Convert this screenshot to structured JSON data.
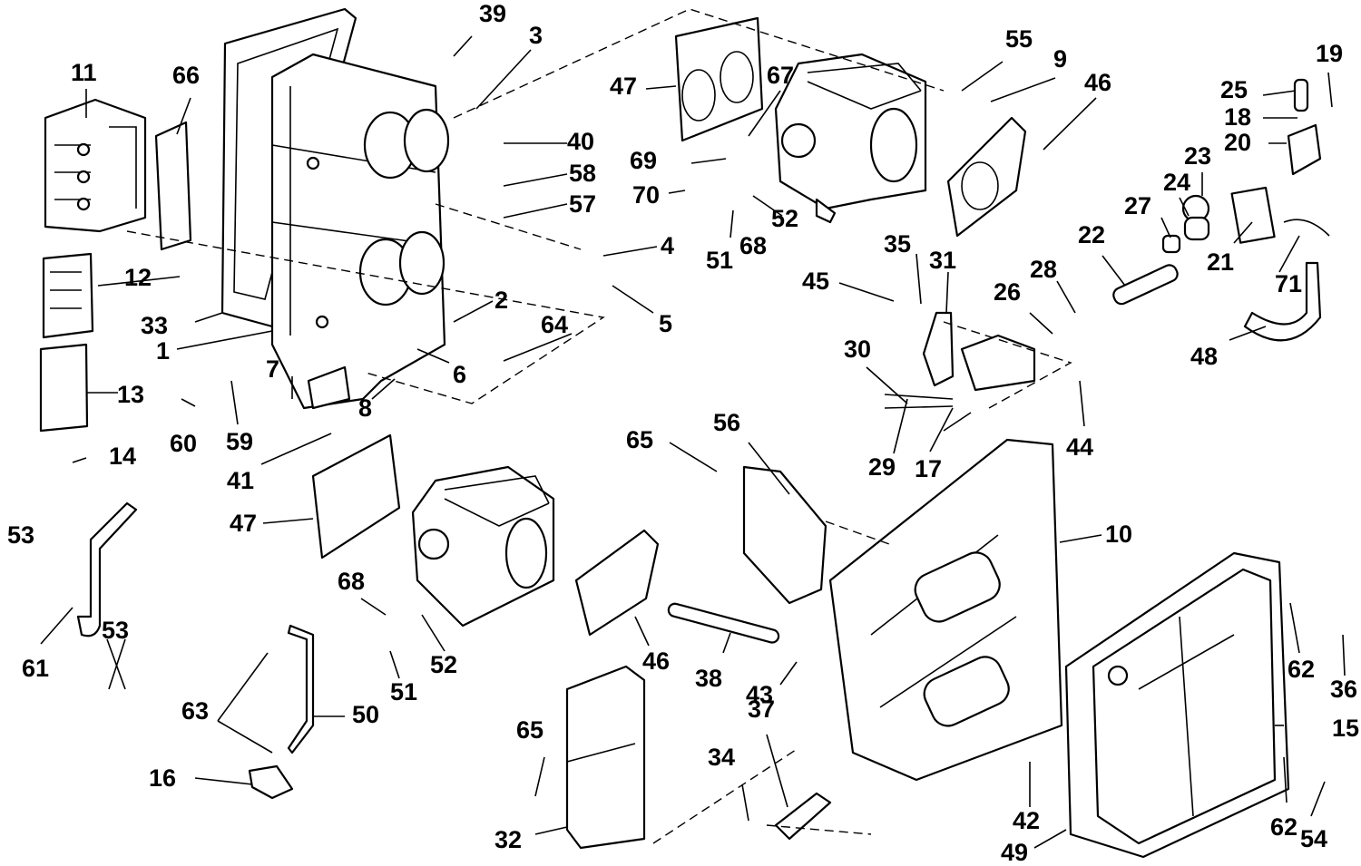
{
  "callouts": [
    {
      "id": "c39",
      "text": "39"
    },
    {
      "id": "c3",
      "text": "3"
    },
    {
      "id": "c55",
      "text": "55"
    },
    {
      "id": "c9",
      "text": "9"
    },
    {
      "id": "c19",
      "text": "19"
    },
    {
      "id": "c11",
      "text": "11"
    },
    {
      "id": "c66",
      "text": "66"
    },
    {
      "id": "c47a",
      "text": "47"
    },
    {
      "id": "c67",
      "text": "67"
    },
    {
      "id": "c46a",
      "text": "46"
    },
    {
      "id": "c25",
      "text": "25"
    },
    {
      "id": "c18",
      "text": "18"
    },
    {
      "id": "c40",
      "text": "40"
    },
    {
      "id": "c20",
      "text": "20"
    },
    {
      "id": "c69",
      "text": "69"
    },
    {
      "id": "c58",
      "text": "58"
    },
    {
      "id": "c23",
      "text": "23"
    },
    {
      "id": "c70",
      "text": "70"
    },
    {
      "id": "c24",
      "text": "24"
    },
    {
      "id": "c57",
      "text": "57"
    },
    {
      "id": "c27",
      "text": "27"
    },
    {
      "id": "c52a",
      "text": "52"
    },
    {
      "id": "c22",
      "text": "22"
    },
    {
      "id": "c4",
      "text": "4"
    },
    {
      "id": "c68a",
      "text": "68"
    },
    {
      "id": "c51a",
      "text": "51"
    },
    {
      "id": "c35",
      "text": "35"
    },
    {
      "id": "c31",
      "text": "31"
    },
    {
      "id": "c21",
      "text": "21"
    },
    {
      "id": "c12",
      "text": "12"
    },
    {
      "id": "c45",
      "text": "45"
    },
    {
      "id": "c28",
      "text": "28"
    },
    {
      "id": "c71",
      "text": "71"
    },
    {
      "id": "c26",
      "text": "26"
    },
    {
      "id": "c2",
      "text": "2"
    },
    {
      "id": "c33",
      "text": "33"
    },
    {
      "id": "c5",
      "text": "5"
    },
    {
      "id": "c64",
      "text": "64"
    },
    {
      "id": "c1",
      "text": "1"
    },
    {
      "id": "c30",
      "text": "30"
    },
    {
      "id": "c48",
      "text": "48"
    },
    {
      "id": "c7",
      "text": "7"
    },
    {
      "id": "c6",
      "text": "6"
    },
    {
      "id": "c13",
      "text": "13"
    },
    {
      "id": "c8",
      "text": "8"
    },
    {
      "id": "c60",
      "text": "60"
    },
    {
      "id": "c59",
      "text": "59"
    },
    {
      "id": "c56",
      "text": "56"
    },
    {
      "id": "c65a",
      "text": "65"
    },
    {
      "id": "c44",
      "text": "44"
    },
    {
      "id": "c14",
      "text": "14"
    },
    {
      "id": "c29",
      "text": "29"
    },
    {
      "id": "c17",
      "text": "17"
    },
    {
      "id": "c41",
      "text": "41"
    },
    {
      "id": "c47b",
      "text": "47"
    },
    {
      "id": "c53a",
      "text": "53"
    },
    {
      "id": "c10",
      "text": "10"
    },
    {
      "id": "c53b",
      "text": "53"
    },
    {
      "id": "c68b",
      "text": "68"
    },
    {
      "id": "c61",
      "text": "61"
    },
    {
      "id": "c46b",
      "text": "46"
    },
    {
      "id": "c52b",
      "text": "52"
    },
    {
      "id": "c62a",
      "text": "62"
    },
    {
      "id": "c38",
      "text": "38"
    },
    {
      "id": "c51b",
      "text": "51"
    },
    {
      "id": "c43",
      "text": "43"
    },
    {
      "id": "c36",
      "text": "36"
    },
    {
      "id": "c63",
      "text": "63"
    },
    {
      "id": "c50",
      "text": "50"
    },
    {
      "id": "c37",
      "text": "37"
    },
    {
      "id": "c15",
      "text": "15"
    },
    {
      "id": "c65b",
      "text": "65"
    },
    {
      "id": "c34",
      "text": "34"
    },
    {
      "id": "c16",
      "text": "16"
    },
    {
      "id": "c42",
      "text": "42"
    },
    {
      "id": "c62b",
      "text": "62"
    },
    {
      "id": "c54",
      "text": "54"
    },
    {
      "id": "c32",
      "text": "32"
    },
    {
      "id": "c49",
      "text": "49"
    }
  ]
}
